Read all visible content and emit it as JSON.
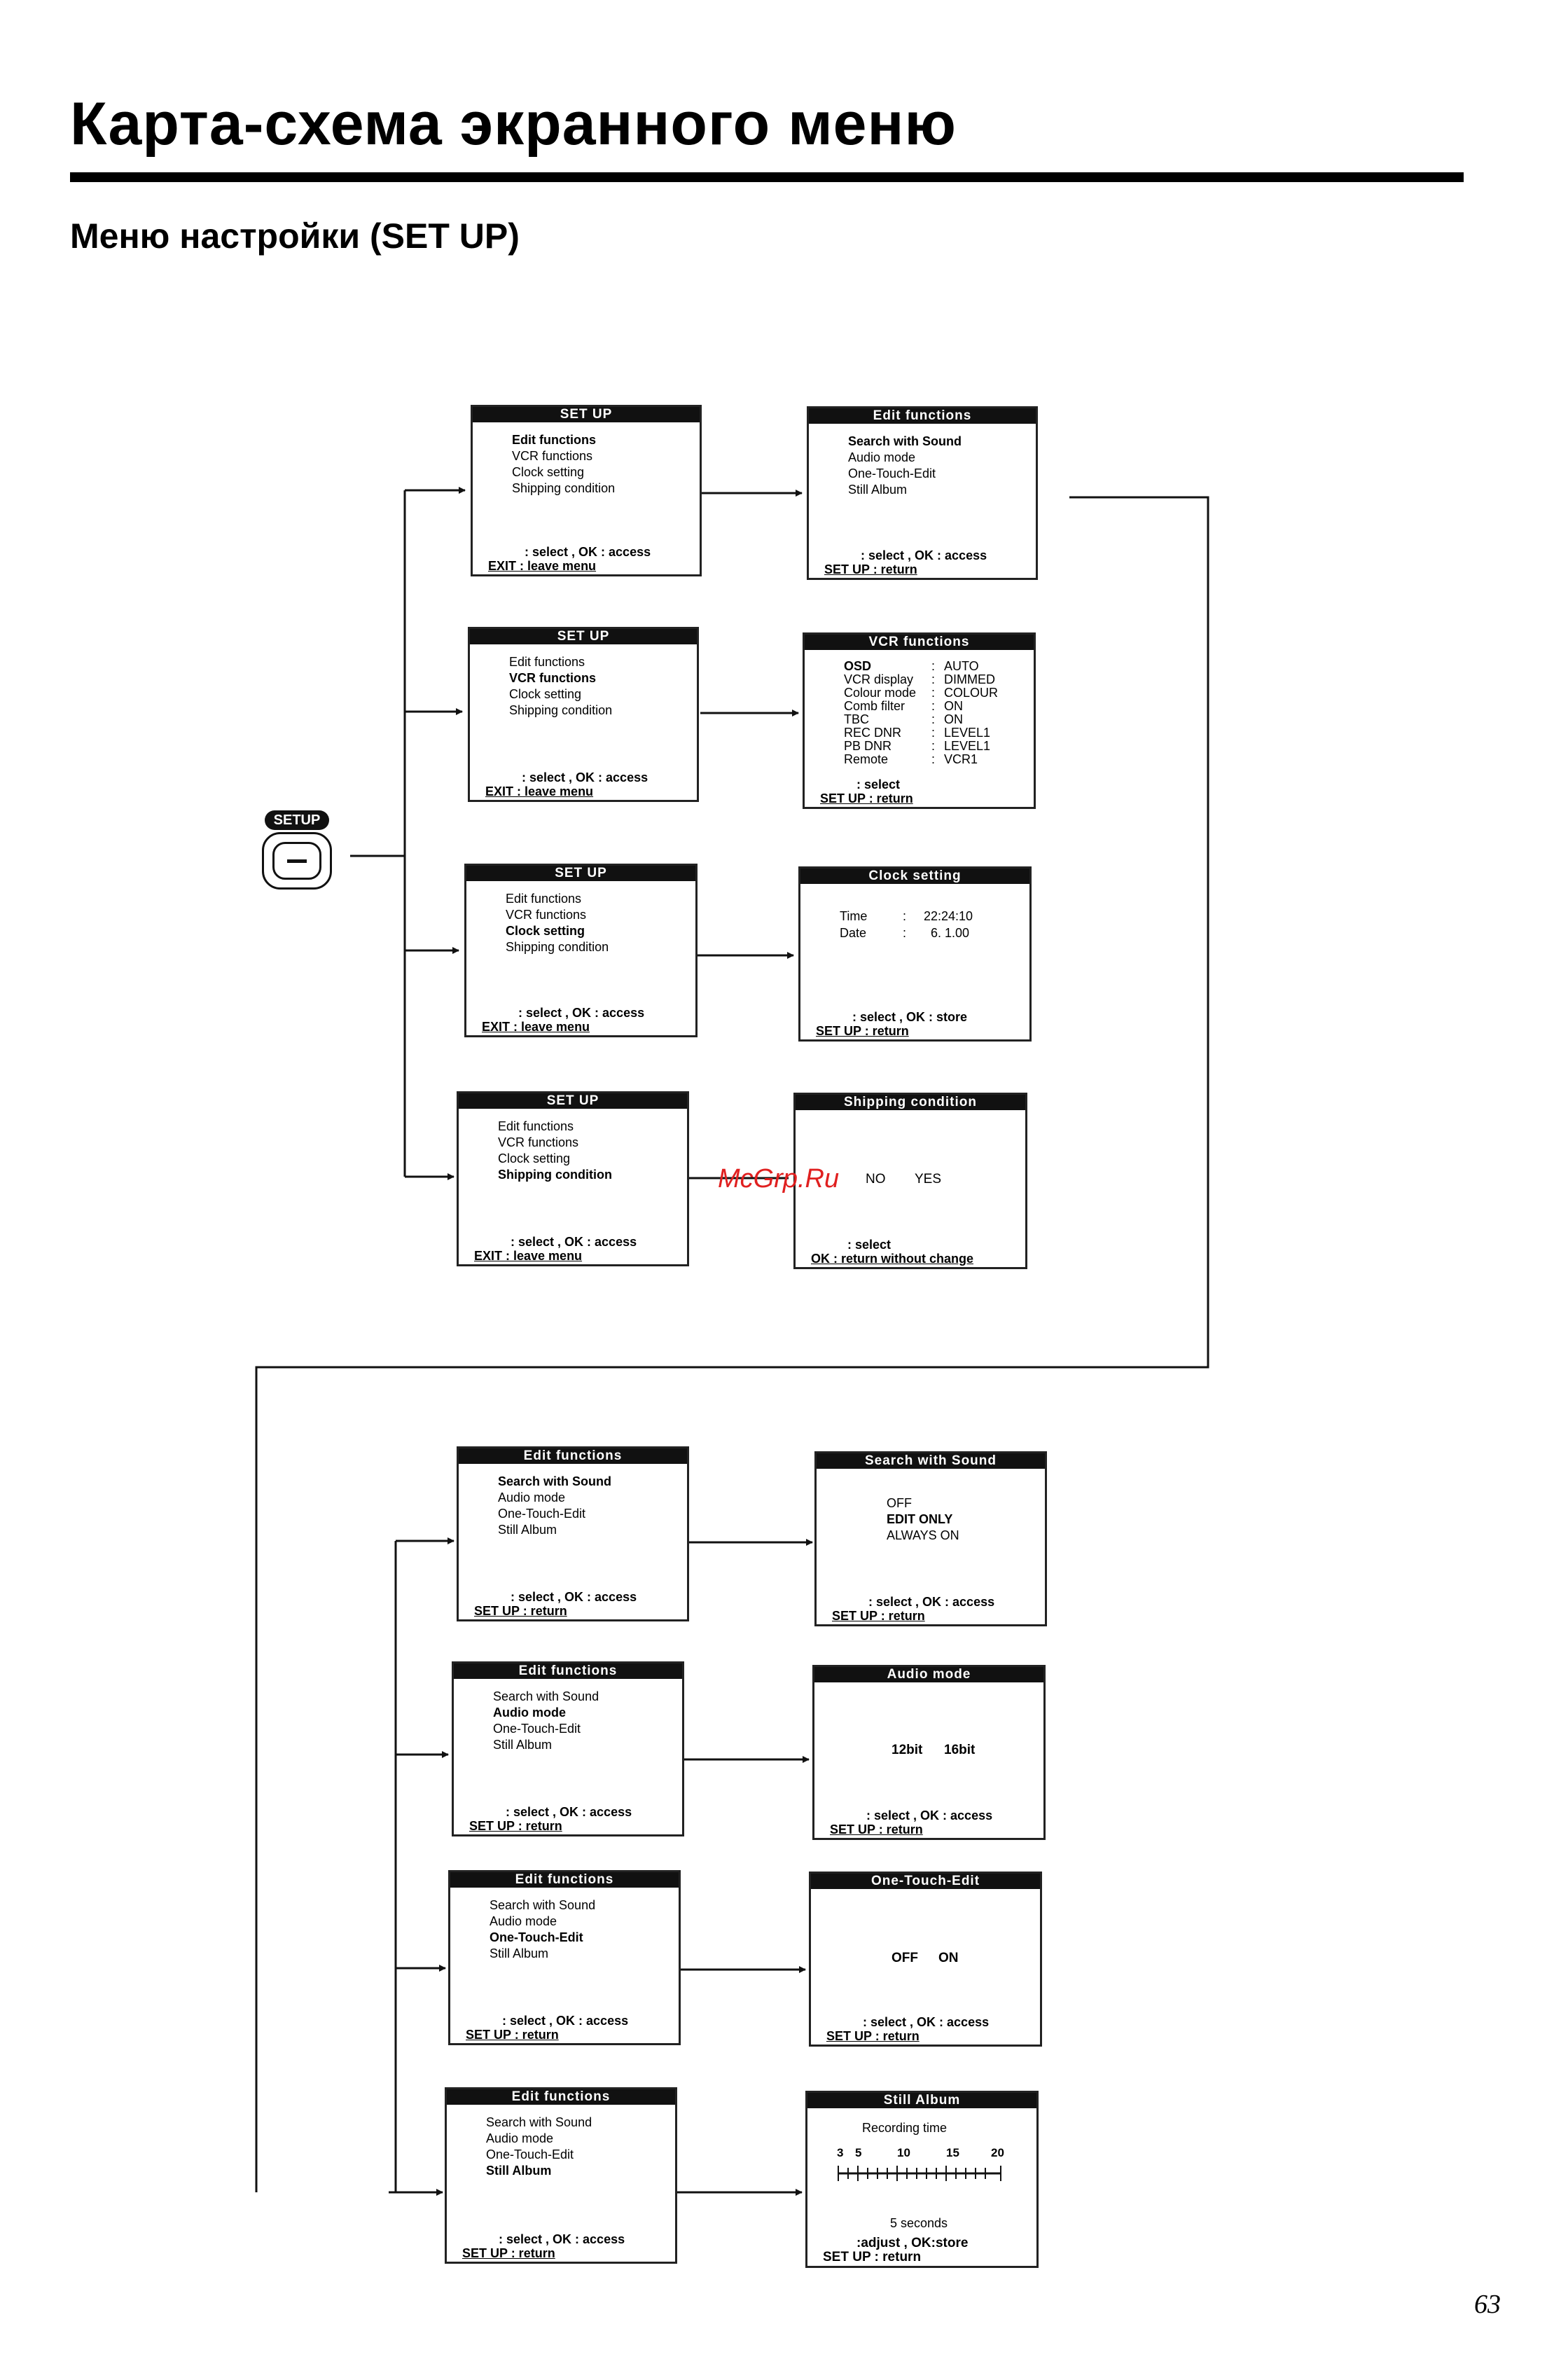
{
  "header": {
    "title": "Карта-схема экранного меню",
    "subtitle": "Меню настройки (SET UP)"
  },
  "page_number": "63",
  "watermark": "McGrp.Ru",
  "setup_button": {
    "label": "SETUP"
  },
  "setup_menu": {
    "title": "SET  UP",
    "items": [
      "Edit functions",
      "VCR functions",
      "Clock setting",
      "Shipping condition"
    ],
    "footer_select": ": select   ,   OK : access",
    "footer_exit": "EXIT : leave menu"
  },
  "edit_menu": {
    "title": "Edit functions",
    "items": [
      "Search with Sound",
      "Audio mode",
      "One-Touch-Edit",
      "Still Album"
    ],
    "footer_select": ": select   ,   OK : access",
    "footer_select_b": ": select , OK : access",
    "footer_return": "SET UP : return"
  },
  "vcr_menu": {
    "title": "VCR functions",
    "rows": [
      {
        "k": "OSD",
        "v": "AUTO"
      },
      {
        "k": "VCR display",
        "v": "DIMMED"
      },
      {
        "k": "Colour mode",
        "v": "COLOUR"
      },
      {
        "k": "Comb filter",
        "v": "ON"
      },
      {
        "k": "TBC",
        "v": "ON"
      },
      {
        "k": "REC DNR",
        "v": "LEVEL1"
      },
      {
        "k": "PB DNR",
        "v": "LEVEL1"
      },
      {
        "k": "Remote",
        "v": "VCR1"
      }
    ],
    "sep": ":",
    "footer_select": ": select",
    "footer_return": "SET UP : return"
  },
  "clock_menu": {
    "title": "Clock setting",
    "time_label": "Time",
    "time_value": "22:24:10",
    "date_label": "Date",
    "date_value": "6.  1.00",
    "sep": ":",
    "footer_select": ": select , OK : store",
    "footer_return": "SET UP : return"
  },
  "shipping_menu": {
    "title": "Shipping condition",
    "opt_no": "NO",
    "opt_yes": "YES",
    "footer_select": ": select",
    "footer_return": "OK : return without change"
  },
  "sws_menu": {
    "title": "Search with Sound",
    "options": [
      "OFF",
      "EDIT ONLY",
      "ALWAYS ON"
    ],
    "footer_select": ": select , OK : access",
    "footer_return": "SET UP : return"
  },
  "audio_menu": {
    "title": "Audio mode",
    "opt_a": "12bit",
    "opt_b": "16bit",
    "footer_select": ": select , OK : access",
    "footer_return": "SET UP : return"
  },
  "ote_menu": {
    "title": "One-Touch-Edit",
    "opt_a": "OFF",
    "opt_b": "ON",
    "footer_select": ": select , OK : access",
    "footer_return": "SET UP : return"
  },
  "still_menu": {
    "title": "Still Album",
    "label": "Recording time",
    "scale": [
      "3",
      "5",
      "10",
      "15",
      "20"
    ],
    "value_text": "5 seconds",
    "footer_adjust": ":adjust , OK:store",
    "footer_return": "SET UP : return"
  }
}
